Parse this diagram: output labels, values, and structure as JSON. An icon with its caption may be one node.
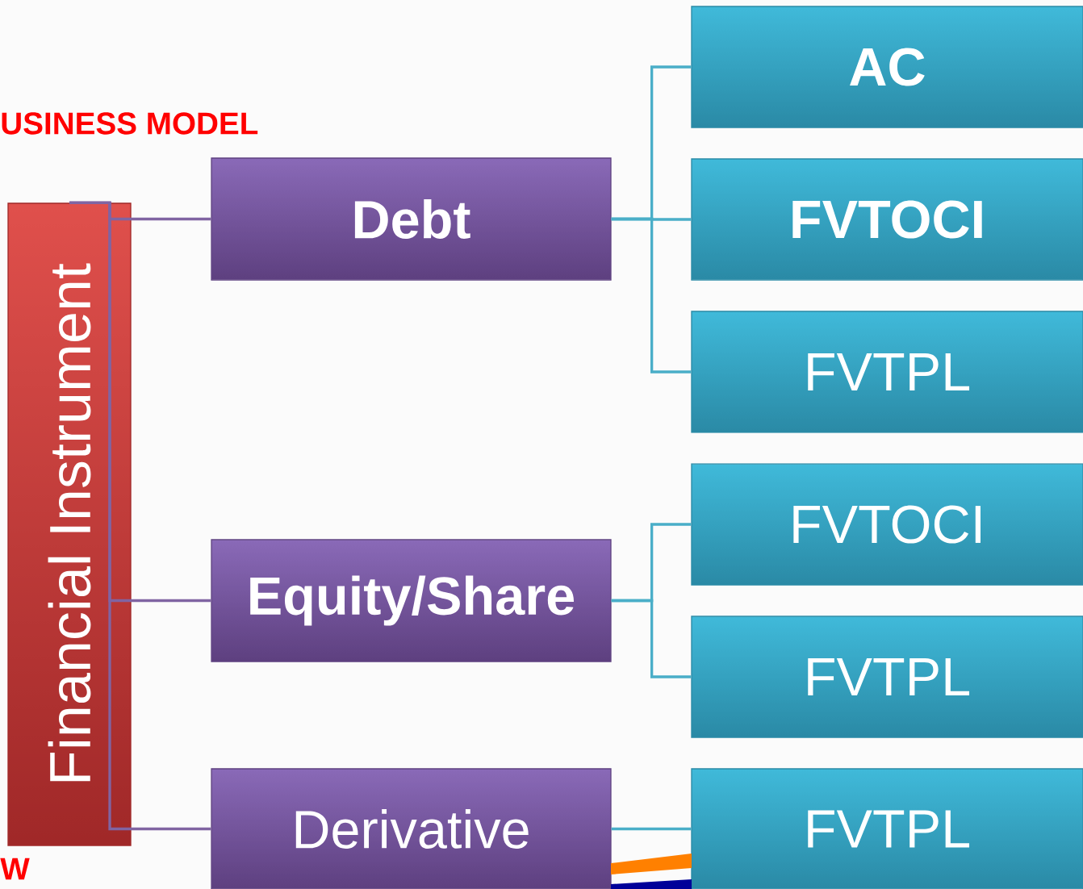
{
  "diagram": {
    "nodes": [
      {
        "text": [
          "Financial Instrument"
        ]
      },
      {
        "text": [
          "Debt"
        ]
      },
      {
        "text": [
          "Equity/Share"
        ]
      },
      {
        "text": [
          "Derivative"
        ]
      },
      {
        "text": [
          "AC"
        ]
      },
      {
        "text": [
          "FVTOCI"
        ]
      },
      {
        "text": [
          "FVTPL"
        ]
      },
      {
        "text": [
          "FVTOCI"
        ]
      },
      {
        "text": [
          "FVTPL"
        ]
      },
      {
        "text": [
          "FVTPL"
        ]
      }
    ],
    "edges": [
      {
        "from": 0,
        "to": 1,
        "arrow": "none",
        "color": "#8064a2"
      },
      {
        "from": 0,
        "to": 2,
        "arrow": "none",
        "color": "#8064a2"
      },
      {
        "from": 0,
        "to": 3,
        "arrow": "none",
        "color": "#8064a2"
      },
      {
        "from": 1,
        "to": 4,
        "arrow": "none"
      },
      {
        "from": 1,
        "to": 5,
        "arrow": "none"
      },
      {
        "from": 1,
        "to": 6,
        "arrow": "none"
      },
      {
        "from": 2,
        "to": 7,
        "arrow": "none"
      },
      {
        "from": 2,
        "to": 8,
        "arrow": "none"
      },
      {
        "from": 3,
        "to": 9,
        "arrow": "none"
      }
    ],
    "labels": [
      "USINESS MODEL",
      "W"
    ]
  }
}
